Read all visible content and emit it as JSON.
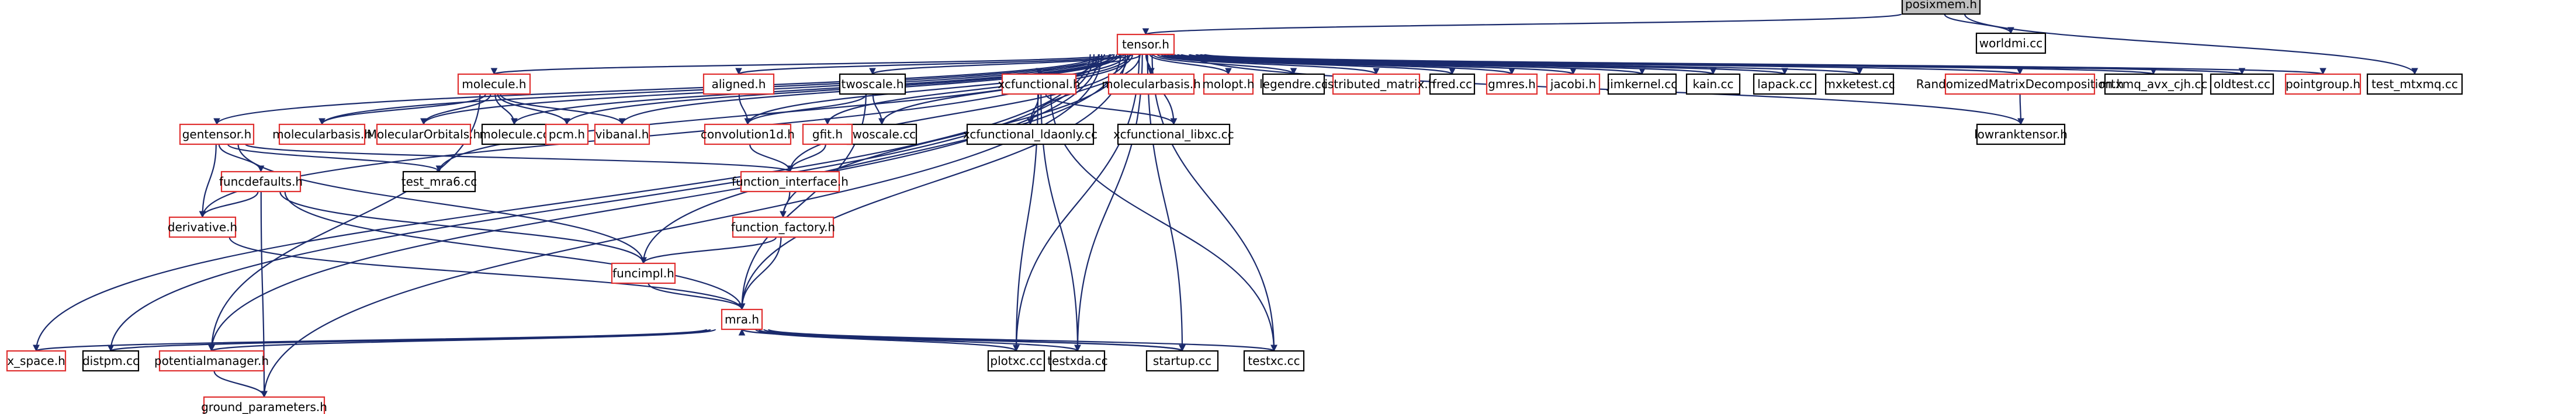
{
  "graph": {
    "nodes": [
      {
        "id": "posixmem",
        "label": "posixmem.h",
        "style": "gray"
      },
      {
        "id": "worldmi",
        "label": "worldmi.cc",
        "style": "black"
      },
      {
        "id": "tensor",
        "label": "tensor.h",
        "style": "red"
      },
      {
        "id": "test_mtxmq",
        "label": "test_mtxmq.cc",
        "style": "black"
      },
      {
        "id": "pointgroup",
        "label": "pointgroup.h",
        "style": "red"
      },
      {
        "id": "oldtest",
        "label": "oldtest.cc",
        "style": "black"
      },
      {
        "id": "mtxmq_avx",
        "label": "mtxmq_avx_cjh.cc",
        "style": "black"
      },
      {
        "id": "randomized",
        "label": "RandomizedMatrixDecomposition.h",
        "style": "red"
      },
      {
        "id": "lowranktensor",
        "label": "lowranktensor.h",
        "style": "black"
      },
      {
        "id": "mxketest",
        "label": "mxketest.cc",
        "style": "black"
      },
      {
        "id": "lapack",
        "label": "lapack.cc",
        "style": "black"
      },
      {
        "id": "kain",
        "label": "kain.cc",
        "style": "black"
      },
      {
        "id": "jimkernel",
        "label": "jimkernel.cc",
        "style": "black"
      },
      {
        "id": "jacobi",
        "label": "jacobi.h",
        "style": "red"
      },
      {
        "id": "gmres",
        "label": "gmres.h",
        "style": "red"
      },
      {
        "id": "fred",
        "label": "fred.cc",
        "style": "black"
      },
      {
        "id": "distributed_matrix",
        "label": "distributed_matrix.h",
        "style": "red"
      },
      {
        "id": "legendre",
        "label": "legendre.cc",
        "style": "black"
      },
      {
        "id": "molopt",
        "label": "molopt.h",
        "style": "red"
      },
      {
        "id": "molecularbasis_top",
        "label": "molecularbasis.h",
        "style": "red"
      },
      {
        "id": "xcfunctional",
        "label": "xcfunctional.h",
        "style": "red"
      },
      {
        "id": "xcfunctional_libxc",
        "label": "xcfunctional_libxc.cc",
        "style": "black"
      },
      {
        "id": "xcfunctional_ldaonly",
        "label": "xcfunctional_ldaonly.cc",
        "style": "black"
      },
      {
        "id": "twoscale",
        "label": "twoscale.h",
        "style": "black"
      },
      {
        "id": "twoscale_cc",
        "label": "twoscale.cc",
        "style": "black"
      },
      {
        "id": "aligned",
        "label": "aligned.h",
        "style": "red"
      },
      {
        "id": "convolution1d",
        "label": "convolution1d.h",
        "style": "red"
      },
      {
        "id": "gfit",
        "label": "gfit.h",
        "style": "red"
      },
      {
        "id": "function_interface",
        "label": "function_interface.h",
        "style": "red"
      },
      {
        "id": "function_factory",
        "label": "function_factory.h",
        "style": "red"
      },
      {
        "id": "molecule",
        "label": "molecule.h",
        "style": "red"
      },
      {
        "id": "molecularbasis_mid",
        "label": "molecularbasis.h",
        "style": "red"
      },
      {
        "id": "molecularorbitals",
        "label": "MolecularOrbitals.h",
        "style": "red"
      },
      {
        "id": "molecule_cc",
        "label": "molecule.cc",
        "style": "black"
      },
      {
        "id": "pcm",
        "label": "pcm.h",
        "style": "red"
      },
      {
        "id": "vibanal",
        "label": "vibanal.h",
        "style": "red"
      },
      {
        "id": "gentensor",
        "label": "gentensor.h",
        "style": "red"
      },
      {
        "id": "test_mra6",
        "label": "test_mra6.cc",
        "style": "black"
      },
      {
        "id": "funcdefaults",
        "label": "funcdefaults.h",
        "style": "red"
      },
      {
        "id": "derivative",
        "label": "derivative.h",
        "style": "red"
      },
      {
        "id": "funcimpl",
        "label": "funcimpl.h",
        "style": "red"
      },
      {
        "id": "mra",
        "label": "mra.h",
        "style": "red"
      },
      {
        "id": "x_space",
        "label": "x_space.h",
        "style": "red"
      },
      {
        "id": "distpm",
        "label": "distpm.cc",
        "style": "black"
      },
      {
        "id": "potentialmanager",
        "label": "potentialmanager.h",
        "style": "red"
      },
      {
        "id": "ground_parameters",
        "label": "ground_parameters.h",
        "style": "red"
      },
      {
        "id": "plotxc",
        "label": "plotxc.cc",
        "style": "black"
      },
      {
        "id": "testxda",
        "label": "testxda.cc",
        "style": "black"
      },
      {
        "id": "startup",
        "label": "startup.cc",
        "style": "black"
      },
      {
        "id": "testxc",
        "label": "testxc.cc",
        "style": "black"
      }
    ],
    "edges": [
      [
        "posixmem",
        "tensor"
      ],
      [
        "posixmem",
        "worldmi"
      ],
      [
        "posixmem",
        "test_mtxmq"
      ],
      [
        "tensor",
        "pointgroup"
      ],
      [
        "tensor",
        "oldtest"
      ],
      [
        "tensor",
        "mtxmq_avx"
      ],
      [
        "tensor",
        "randomized"
      ],
      [
        "tensor",
        "lowranktensor"
      ],
      [
        "tensor",
        "mxketest"
      ],
      [
        "tensor",
        "lapack"
      ],
      [
        "tensor",
        "kain"
      ],
      [
        "tensor",
        "jimkernel"
      ],
      [
        "tensor",
        "jacobi"
      ],
      [
        "tensor",
        "gmres"
      ],
      [
        "tensor",
        "fred"
      ],
      [
        "tensor",
        "distributed_matrix"
      ],
      [
        "tensor",
        "legendre"
      ],
      [
        "tensor",
        "molopt"
      ],
      [
        "tensor",
        "molecularbasis_top"
      ],
      [
        "tensor",
        "xcfunctional"
      ],
      [
        "tensor",
        "xcfunctional_libxc"
      ],
      [
        "tensor",
        "xcfunctional_ldaonly"
      ],
      [
        "tensor",
        "twoscale"
      ],
      [
        "tensor",
        "twoscale_cc"
      ],
      [
        "tensor",
        "aligned"
      ],
      [
        "tensor",
        "convolution1d"
      ],
      [
        "tensor",
        "gfit"
      ],
      [
        "tensor",
        "function_interface"
      ],
      [
        "tensor",
        "function_factory"
      ],
      [
        "tensor",
        "molecule"
      ],
      [
        "tensor",
        "molecularbasis_mid"
      ],
      [
        "tensor",
        "molecularorbitals"
      ],
      [
        "tensor",
        "molecule_cc"
      ],
      [
        "tensor",
        "pcm"
      ],
      [
        "tensor",
        "vibanal"
      ],
      [
        "tensor",
        "gentensor"
      ],
      [
        "tensor",
        "test_mra6"
      ],
      [
        "tensor",
        "funcimpl"
      ],
      [
        "tensor",
        "mra"
      ],
      [
        "tensor",
        "x_space"
      ],
      [
        "tensor",
        "distpm"
      ],
      [
        "tensor",
        "potentialmanager"
      ],
      [
        "tensor",
        "ground_parameters"
      ],
      [
        "tensor",
        "plotxc"
      ],
      [
        "tensor",
        "testxda"
      ],
      [
        "tensor",
        "startup"
      ],
      [
        "tensor",
        "testxc"
      ],
      [
        "tensor",
        "derivative"
      ],
      [
        "randomized",
        "lowranktensor"
      ],
      [
        "xcfunctional",
        "xcfunctional_libxc"
      ],
      [
        "xcfunctional",
        "xcfunctional_ldaonly"
      ],
      [
        "xcfunctional",
        "plotxc"
      ],
      [
        "xcfunctional",
        "testxda"
      ],
      [
        "xcfunctional",
        "testxc"
      ],
      [
        "twoscale",
        "twoscale_cc"
      ],
      [
        "twoscale",
        "convolution1d"
      ],
      [
        "twoscale",
        "mra"
      ],
      [
        "aligned",
        "convolution1d"
      ],
      [
        "convolution1d",
        "function_interface"
      ],
      [
        "gfit",
        "function_interface"
      ],
      [
        "function_interface",
        "function_factory"
      ],
      [
        "function_factory",
        "funcimpl"
      ],
      [
        "function_factory",
        "mra"
      ],
      [
        "molecule",
        "molecularbasis_mid"
      ],
      [
        "molecule",
        "molecularorbitals"
      ],
      [
        "molecule",
        "molecule_cc"
      ],
      [
        "molecule",
        "pcm"
      ],
      [
        "molecule",
        "vibanal"
      ],
      [
        "molecule",
        "potentialmanager"
      ],
      [
        "gentensor",
        "test_mra6"
      ],
      [
        "gentensor",
        "funcdefaults"
      ],
      [
        "gentensor",
        "derivative"
      ],
      [
        "gentensor",
        "function_interface"
      ],
      [
        "gentensor",
        "funcimpl"
      ],
      [
        "funcdefaults",
        "derivative"
      ],
      [
        "funcdefaults",
        "funcimpl"
      ],
      [
        "funcdefaults",
        "mra"
      ],
      [
        "funcdefaults",
        "ground_parameters"
      ],
      [
        "derivative",
        "mra"
      ],
      [
        "funcimpl",
        "mra"
      ],
      [
        "mra",
        "x_space"
      ],
      [
        "mra",
        "distpm"
      ],
      [
        "mra",
        "potentialmanager"
      ],
      [
        "mra",
        "plotxc"
      ],
      [
        "mra",
        "testxda"
      ],
      [
        "mra",
        "startup"
      ],
      [
        "mra",
        "testxc"
      ],
      [
        "potentialmanager",
        "ground_parameters"
      ],
      [
        "startup",
        "mra"
      ]
    ]
  }
}
